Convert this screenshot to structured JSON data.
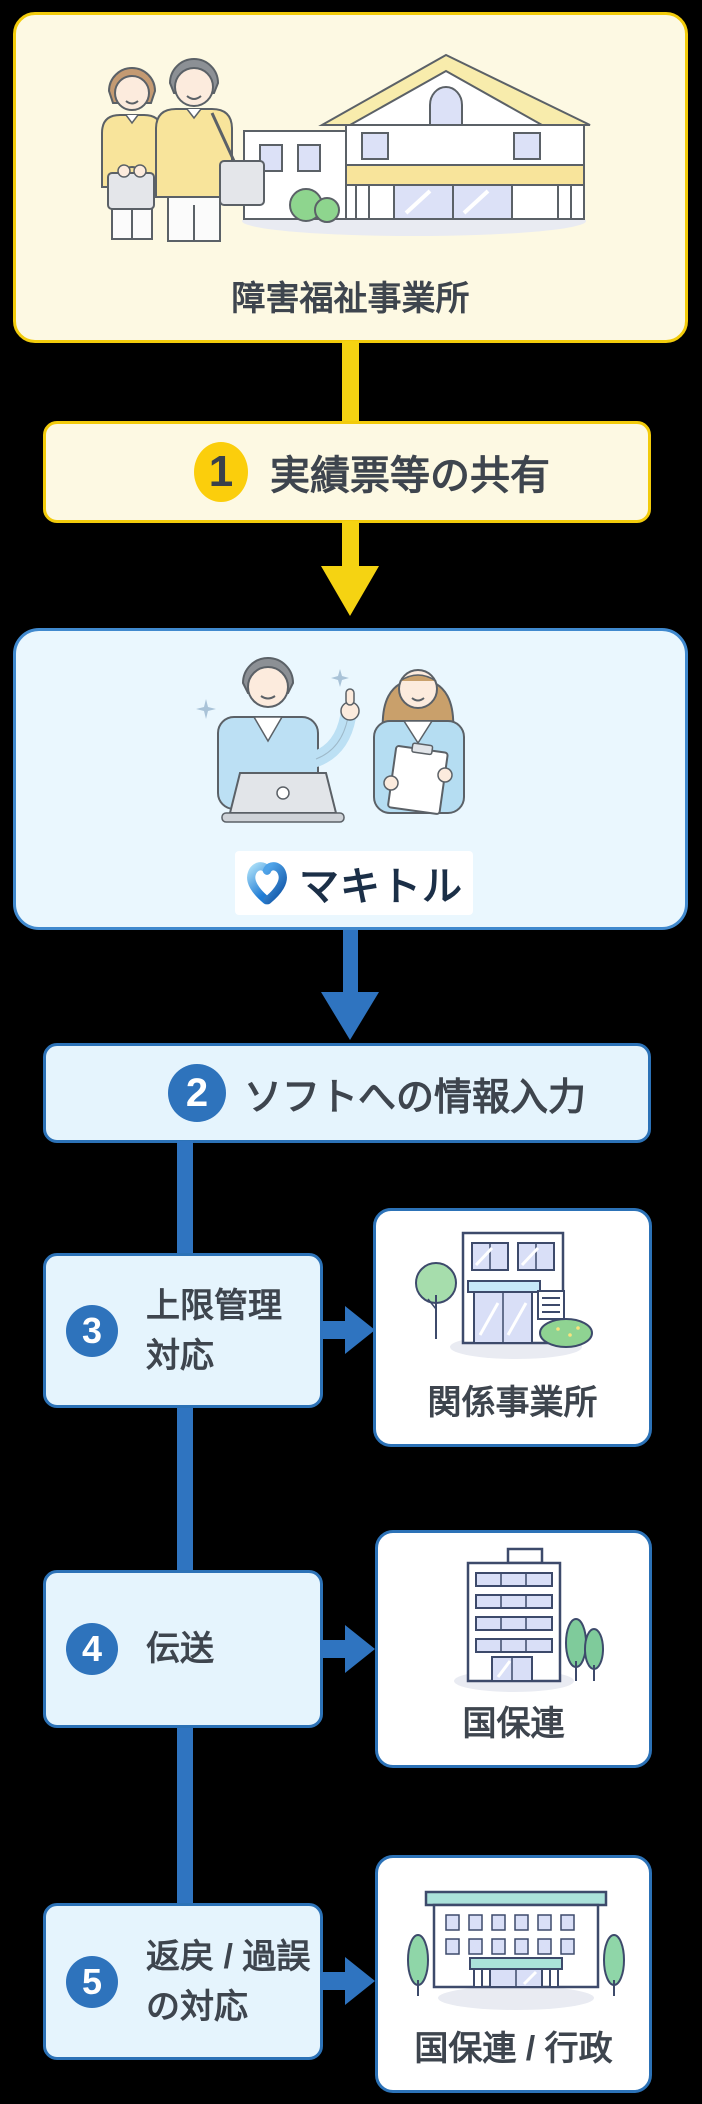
{
  "colors": {
    "background": "#000000",
    "yellow_fill": "#FDF9E3",
    "yellow_border": "#F2CB0B",
    "yellow_arrow": "#F5D312",
    "yellow_badge": "#FBCE0C",
    "blue_fill": "#E5F4FD",
    "blue_border": "#2C72B7",
    "blue_arrow": "#2F74C0",
    "makitoru_box_fill": "#EAF7FE",
    "makitoru_box_border": "#4089CE",
    "white_box_fill": "#FFFFFF",
    "label_text": "#3E454E",
    "logo_text_color": "#1B2F47"
  },
  "flow": {
    "source": {
      "label": "障害福祉事業所",
      "icon": "welfare-office-illustration"
    },
    "step1": {
      "number": "1",
      "label": "実績票等の共有"
    },
    "vendor": {
      "logo_text": "マキトル",
      "staff_icon": "makitoru-staff-illustration",
      "logo_icon": "makitoru-heart-logo"
    },
    "step2": {
      "number": "2",
      "label": "ソフトへの情報入力"
    },
    "step3": {
      "number": "3",
      "label_line1": "上限管理",
      "label_line2": "対応"
    },
    "target3": {
      "label": "関係事業所",
      "icon": "shop-building-icon"
    },
    "step4": {
      "number": "4",
      "label": "伝送"
    },
    "target4": {
      "label": "国保連",
      "icon": "office-tower-icon"
    },
    "step5": {
      "number": "5",
      "label_line1": "返戻 / 過誤",
      "label_line2": "の対応"
    },
    "target5": {
      "label": "国保連 / 行政",
      "icon": "government-building-icon"
    }
  }
}
